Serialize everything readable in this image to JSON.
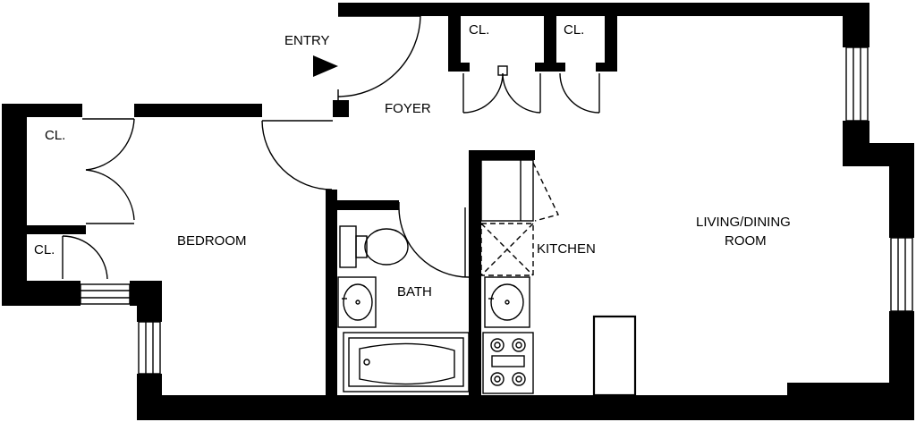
{
  "labels": {
    "entry": "ENTRY",
    "foyer": "FOYER",
    "closet_1": "CL.",
    "closet_2": "CL.",
    "closet_3": "CL.",
    "closet_4": "CL.",
    "bedroom": "BEDROOM",
    "bath": "BATH",
    "kitchen": "KITCHEN",
    "living_line1": "LIVING/DINING",
    "living_line2": "ROOM"
  },
  "icons": {
    "entry_marker": "triangle-right-icon"
  },
  "colors": {
    "walls": "#000000",
    "background": "#ffffff"
  }
}
